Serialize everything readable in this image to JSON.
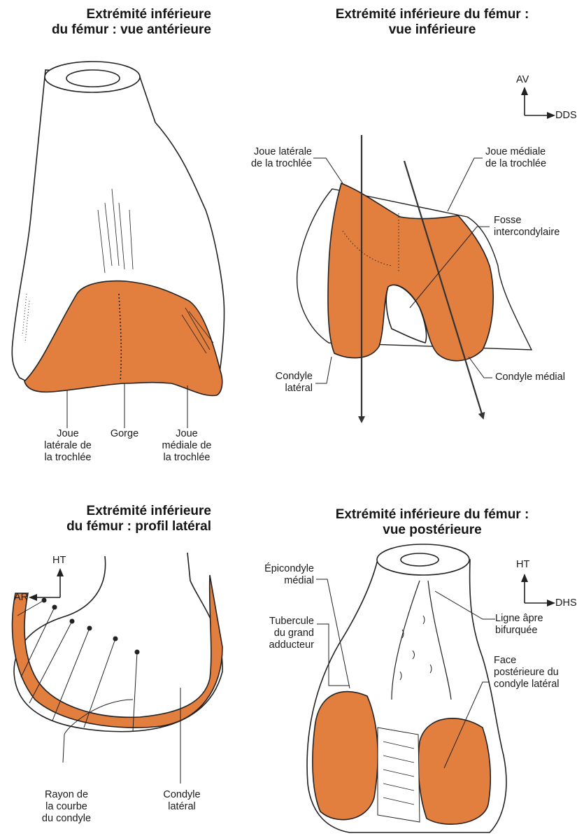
{
  "panels": {
    "anterior": {
      "title_lines": [
        "Extrémité inférieure",
        "du fémur : vue antérieure"
      ],
      "labels": {
        "joue_laterale": [
          "Joue",
          "latérale de",
          "la trochlée"
        ],
        "gorge": [
          "Gorge"
        ],
        "joue_mediale": [
          "Joue",
          "médiale de",
          "la trochlée"
        ]
      }
    },
    "inferior": {
      "title_lines": [
        "Extrémité inférieure du fémur :",
        "vue inférieure"
      ],
      "orientation": {
        "vertical": "AV",
        "horizontal": "DDS"
      },
      "labels": {
        "joue_laterale": [
          "Joue latérale",
          "de la trochlée"
        ],
        "joue_mediale": [
          "Joue médiale",
          "de la trochlée"
        ],
        "fosse": [
          "Fosse",
          "intercondylaire"
        ],
        "condyle_lateral": [
          "Condyle",
          "latéral"
        ],
        "condyle_medial": [
          "Condyle médial"
        ]
      }
    },
    "lateral": {
      "title_lines": [
        "Extrémité inférieure",
        "du fémur : profil latéral"
      ],
      "orientation": {
        "vertical": "HT",
        "horizontal": "AR"
      },
      "labels": {
        "rayon": [
          "Rayon de",
          "la courbe",
          "du condyle"
        ],
        "condyle": [
          "Condyle",
          "latéral"
        ]
      }
    },
    "posterior": {
      "title_lines": [
        "Extrémité inférieure du fémur :",
        "vue postérieure"
      ],
      "orientation": {
        "vertical": "HT",
        "horizontal": "DHS"
      },
      "labels": {
        "epicondyle": [
          "Épicondyle",
          "médial"
        ],
        "tubercule": [
          "Tubercule",
          "du grand",
          "adducteur"
        ],
        "ligne": [
          "Ligne âpre",
          "bifurquée"
        ],
        "face": [
          "Face",
          "postérieure du",
          "condyle latéral"
        ]
      }
    }
  },
  "colors": {
    "condyle_fill": "#e27f3f",
    "ink": "#1a1a1a"
  }
}
